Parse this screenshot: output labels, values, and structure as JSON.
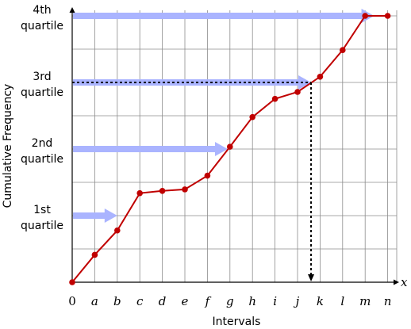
{
  "chart_data": {
    "type": "line",
    "xlabel": "Intervals",
    "ylabel": "Cumulative Frequency",
    "x_axis_symbol": "x",
    "categories": [
      "0",
      "a",
      "b",
      "c",
      "d",
      "e",
      "f",
      "g",
      "h",
      "i",
      "j",
      "k",
      "l",
      "m",
      "n"
    ],
    "values": [
      0,
      0.36,
      0.68,
      1.17,
      1.2,
      1.22,
      1.4,
      1.78,
      2.17,
      2.41,
      2.5,
      2.7,
      3.05,
      3.5,
      3.5
    ],
    "ylim": [
      0,
      3.5
    ],
    "grid": true,
    "quartile_labels": [
      {
        "line1": "1st",
        "line2": "quartile",
        "value": 0.875
      },
      {
        "line1": "2nd",
        "line2": "quartile",
        "value": 1.75
      },
      {
        "line1": "3rd",
        "line2": "quartile",
        "value": 2.625
      },
      {
        "line1": "4th",
        "line2": "quartile",
        "value": 3.5
      }
    ],
    "quartile_arrows": [
      {
        "value": 0.875,
        "end_x": 2
      },
      {
        "value": 1.75,
        "end_x": 6.9
      },
      {
        "value": 2.625,
        "end_x": 10.6
      },
      {
        "value": 3.5,
        "end_x": 13.4
      }
    ],
    "dotted_lookup": {
      "y_value": 2.625,
      "x_value": 10.6
    },
    "colors": {
      "line": "#c00000",
      "arrow": "#aab4ff",
      "grid": "#8c8c8c",
      "axis": "#000000"
    }
  }
}
